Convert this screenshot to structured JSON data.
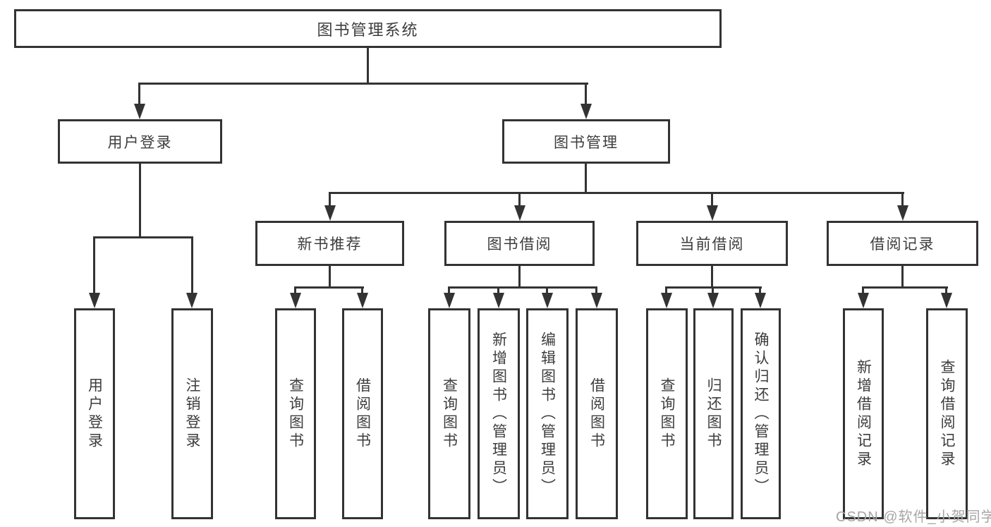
{
  "tree": {
    "label": "图书管理系统",
    "children": [
      {
        "label": "用户登录",
        "children": [
          {
            "label": "用户登录"
          },
          {
            "label": "注销登录"
          }
        ]
      },
      {
        "label": "图书管理",
        "children": [
          {
            "label": "新书推荐",
            "children": [
              {
                "label": "查询图书"
              },
              {
                "label": "借阅图书"
              }
            ]
          },
          {
            "label": "图书借阅",
            "children": [
              {
                "label": "查询图书"
              },
              {
                "label": "新增图书（管理员）"
              },
              {
                "label": "编辑图书（管理员）"
              },
              {
                "label": "借阅图书"
              }
            ]
          },
          {
            "label": "当前借阅",
            "children": [
              {
                "label": "查询图书"
              },
              {
                "label": "归还图书"
              },
              {
                "label": "确认归还（管理员）"
              }
            ]
          },
          {
            "label": "借阅记录",
            "children": [
              {
                "label": "新增借阅记录"
              },
              {
                "label": "查询借阅记录"
              }
            ]
          }
        ]
      }
    ]
  },
  "watermark": "CSDN @软件_小贺同学",
  "colors": {
    "line": "#333333",
    "text": "#3d3d3d",
    "watermark": "#a6a6a6"
  }
}
